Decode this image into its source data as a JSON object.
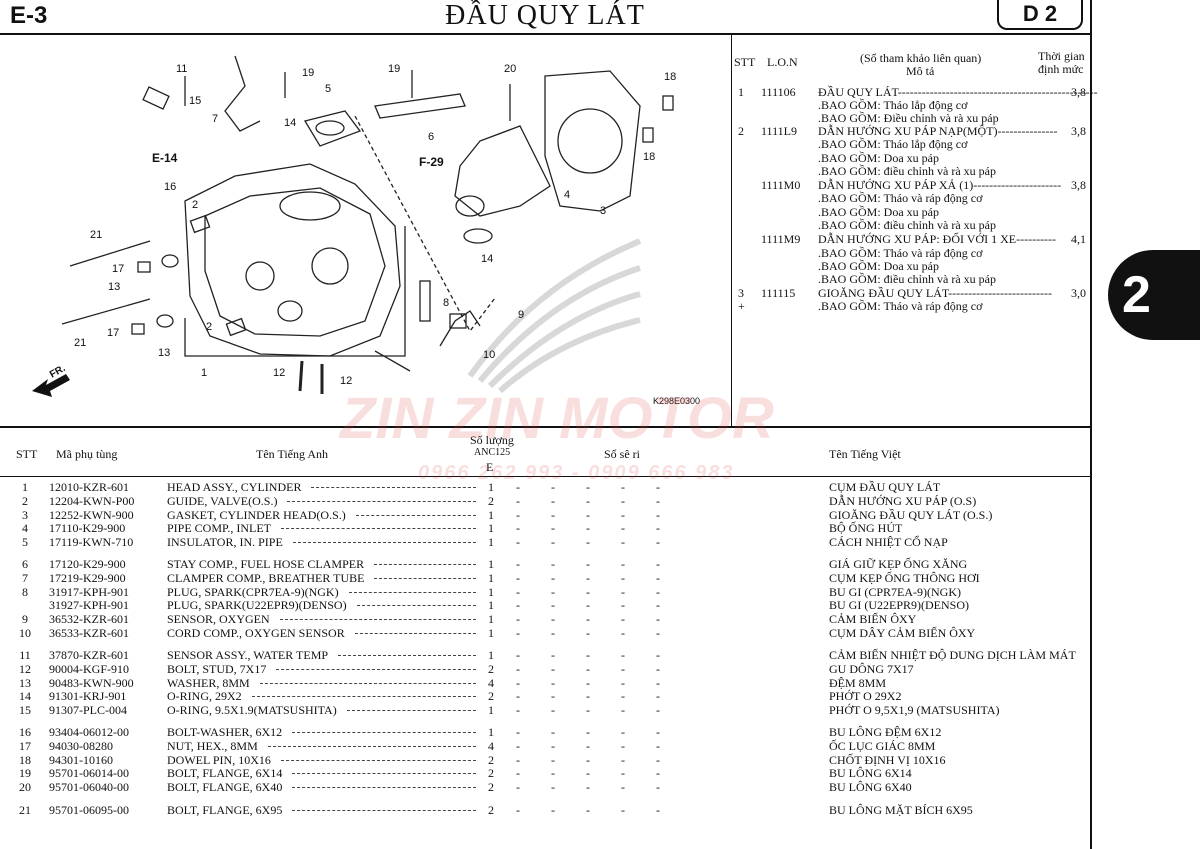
{
  "header": {
    "page_code": "E-3",
    "title": "ĐẦU QUY LÁT",
    "section": "D 2",
    "tab_badge": "2"
  },
  "diagram": {
    "callouts": {
      "c11": "11",
      "c15": "15",
      "c7": "7",
      "c19a": "19",
      "c5": "5",
      "c19b": "19",
      "c20": "20",
      "c18a": "18",
      "c14a": "14",
      "c6": "6",
      "c18b": "18",
      "e14": "E-14",
      "f29": "F-29",
      "c16": "16",
      "c2a": "2",
      "c4": "4",
      "c3": "3",
      "c21a": "21",
      "c17a": "17",
      "c13a": "13",
      "c14b": "14",
      "c8": "8",
      "c9": "9",
      "c17b": "17",
      "c2b": "2",
      "c21b": "21",
      "c13b": "13",
      "c10": "10",
      "c1": "1",
      "c12a": "12",
      "c12b": "12",
      "fr": "FR.",
      "code": "K298E0300"
    }
  },
  "lon": {
    "headers": {
      "stt": "STT",
      "lon": "L.O.N",
      "ref": "(Số tham khảo liên quan)",
      "desc": "Mô tả",
      "time1": "Thời gian",
      "time2": "định mức"
    },
    "rows": [
      {
        "stt": "1",
        "code": "111106",
        "desc": "ĐẦU QUY LÁT--------------------------------------------------",
        "time": "3,8"
      },
      {
        "stt": "",
        "code": "",
        "desc": ".BAO GỒM: Tháo lắp động cơ",
        "time": ""
      },
      {
        "stt": "",
        "code": "",
        "desc": ".BAO GỒM: Điều chỉnh và rà xu páp",
        "time": ""
      },
      {
        "stt": "2",
        "code": "1111L9",
        "desc": "DẪN HƯỚNG XU PÁP NẠP(MỘT)---------------",
        "time": "3,8"
      },
      {
        "stt": "",
        "code": "",
        "desc": ".BAO GỒM: Tháo lắp động cơ",
        "time": ""
      },
      {
        "stt": "",
        "code": "",
        "desc": ".BAO GỒM: Doa xu páp",
        "time": ""
      },
      {
        "stt": "",
        "code": "",
        "desc": ".BAO GỒM: điều chỉnh và rà xu páp",
        "time": ""
      },
      {
        "stt": "",
        "code": "1111M0",
        "desc": "DẪN HƯỚNG XU PÁP XẢ (1)----------------------",
        "time": "3,8"
      },
      {
        "stt": "",
        "code": "",
        "desc": ".BAO GỒM: Tháo và ráp động cơ",
        "time": ""
      },
      {
        "stt": "",
        "code": "",
        "desc": ".BAO GỒM: Doa xu páp",
        "time": ""
      },
      {
        "stt": "",
        "code": "",
        "desc": ".BAO GỒM: điều chỉnh và rà xu páp",
        "time": ""
      },
      {
        "stt": "",
        "code": "1111M9",
        "desc": "DẪN HƯỚNG XU PÁP: ĐỐI VỚI 1 XE----------",
        "time": "4,1"
      },
      {
        "stt": "",
        "code": "",
        "desc": ".BAO GỒM: Tháo và ráp động cơ",
        "time": ""
      },
      {
        "stt": "",
        "code": "",
        "desc": ".BAO GỒM: Doa xu páp",
        "time": ""
      },
      {
        "stt": "",
        "code": "",
        "desc": ".BAO GỒM: điều chỉnh và rà xu páp",
        "time": ""
      },
      {
        "stt": "3",
        "code": "111115",
        "desc": "GIOĂNG ĐẦU QUY LÁT--------------------------",
        "time": "3,0"
      },
      {
        "stt": "+",
        "code": "",
        "desc": ".BAO GỒM: Tháo và ráp động cơ",
        "time": ""
      }
    ]
  },
  "parts": {
    "headers": {
      "stt": "STT",
      "part_no": "Mã phụ tùng",
      "en": "Tên Tiếng Anh",
      "qty": "Số lượng",
      "model": "ANC125",
      "variant": "E",
      "serial": "Số sê ri",
      "vi": "Tên Tiếng Việt"
    },
    "rows": [
      {
        "stt": "1",
        "part_no": "12010-KZR-601",
        "en": "HEAD ASSY., CYLINDER",
        "qty": "1",
        "rest": "- - - - -",
        "vi": "CỤM ĐẦU QUY LÁT"
      },
      {
        "stt": "2",
        "part_no": "12204-KWN-P00",
        "en": "GUIDE, VALVE(O.S.)",
        "qty": "2",
        "rest": "- - - - -",
        "vi": "DẪN HƯỚNG XU PÁP (O.S)"
      },
      {
        "stt": "3",
        "part_no": "12252-KWN-900",
        "en": "GASKET, CYLINDER HEAD(O.S.)",
        "qty": "1",
        "rest": "- - - - -",
        "vi": "GIOĂNG ĐẦU QUY LÁT (O.S.)"
      },
      {
        "stt": "4",
        "part_no": "17110-K29-900",
        "en": "PIPE COMP., INLET",
        "qty": "1",
        "rest": "- - - - -",
        "vi": "BỘ ỐNG HÚT"
      },
      {
        "stt": "5",
        "part_no": "17119-KWN-710",
        "en": "INSULATOR, IN. PIPE",
        "qty": "1",
        "rest": "- - - - -",
        "vi": "CÁCH NHIỆT CỔ NẠP"
      },
      {
        "stt": "6",
        "part_no": "17120-K29-900",
        "en": "STAY COMP., FUEL HOSE CLAMPER",
        "qty": "1",
        "rest": "- - - - -",
        "vi": "GIÁ GIỮ KẸP ỐNG XĂNG"
      },
      {
        "stt": "7",
        "part_no": "17219-K29-900",
        "en": "CLAMPER COMP., BREATHER TUBE",
        "qty": "1",
        "rest": "- - - - -",
        "vi": "CỤM KẸP ỐNG THÔNG HƠI"
      },
      {
        "stt": "8",
        "part_no": "31917-KPH-901",
        "en": "PLUG, SPARK(CPR7EA-9)(NGK)",
        "qty": "1",
        "rest": "- - - - -",
        "vi": "BU GI (CPR7EA-9)(NGK)"
      },
      {
        "stt": "",
        "part_no": "31927-KPH-901",
        "en": "PLUG, SPARK(U22EPR9)(DENSO)",
        "qty": "1",
        "rest": "- - - - -",
        "vi": "BU GI (U22EPR9)(DENSO)"
      },
      {
        "stt": "9",
        "part_no": "36532-KZR-601",
        "en": "SENSOR, OXYGEN",
        "qty": "1",
        "rest": "- - - - -",
        "vi": "CẢM BIẾN ÔXY"
      },
      {
        "stt": "10",
        "part_no": "36533-KZR-601",
        "en": "CORD COMP., OXYGEN SENSOR",
        "qty": "1",
        "rest": "- - - - -",
        "vi": "CỤM DÂY CẢM BIẾN ÔXY"
      },
      {
        "stt": "11",
        "part_no": "37870-KZR-601",
        "en": "SENSOR ASSY., WATER TEMP",
        "qty": "1",
        "rest": "- - - - -",
        "vi": "CẢM BIẾN NHIỆT ĐỘ DUNG DỊCH LÀM MÁT"
      },
      {
        "stt": "12",
        "part_no": "90004-KGF-910",
        "en": "BOLT, STUD, 7X17",
        "qty": "2",
        "rest": "- - - - -",
        "vi": "GU DÔNG 7X17"
      },
      {
        "stt": "13",
        "part_no": "90483-KWN-900",
        "en": "WASHER, 8MM",
        "qty": "4",
        "rest": "- - - - -",
        "vi": "ĐỆM 8MM"
      },
      {
        "stt": "14",
        "part_no": "91301-KRJ-901",
        "en": "O-RING, 29X2",
        "qty": "2",
        "rest": "- - - - -",
        "vi": "PHỚT O 29X2"
      },
      {
        "stt": "15",
        "part_no": "91307-PLC-004",
        "en": "O-RING, 9.5X1.9(MATSUSHITA)",
        "qty": "1",
        "rest": "- - - - -",
        "vi": "PHỚT O 9,5X1,9 (MATSUSHITA)"
      },
      {
        "stt": "16",
        "part_no": "93404-06012-00",
        "en": "BOLT-WASHER, 6X12",
        "qty": "1",
        "rest": "- - - - -",
        "vi": "BU LÔNG ĐỆM 6X12"
      },
      {
        "stt": "17",
        "part_no": "94030-08280",
        "en": "NUT, HEX., 8MM",
        "qty": "4",
        "rest": "- - - - -",
        "vi": "ỐC LỤC GIÁC 8MM"
      },
      {
        "stt": "18",
        "part_no": "94301-10160",
        "en": "DOWEL PIN, 10X16",
        "qty": "2",
        "rest": "- - - - -",
        "vi": "CHỐT ĐỊNH VỊ 10X16"
      },
      {
        "stt": "19",
        "part_no": "95701-06014-00",
        "en": "BOLT, FLANGE, 6X14",
        "qty": "2",
        "rest": "- - - - -",
        "vi": "BU LÔNG 6X14"
      },
      {
        "stt": "20",
        "part_no": "95701-06040-00",
        "en": "BOLT, FLANGE, 6X40",
        "qty": "2",
        "rest": "- - - - -",
        "vi": "BU LÔNG 6X40"
      },
      {
        "stt": "21",
        "part_no": "95701-06095-00",
        "en": "BOLT, FLANGE, 6X95",
        "qty": "2",
        "rest": "- - - - -",
        "vi": "BU LÔNG MẶT BÍCH 6X95"
      }
    ]
  },
  "watermark": {
    "brand": "ZIN ZIN MOTOR",
    "phone": "0966 262 993 - 0909 666 983"
  },
  "colors": {
    "watermark": "#dc4646",
    "ink": "#111111"
  }
}
